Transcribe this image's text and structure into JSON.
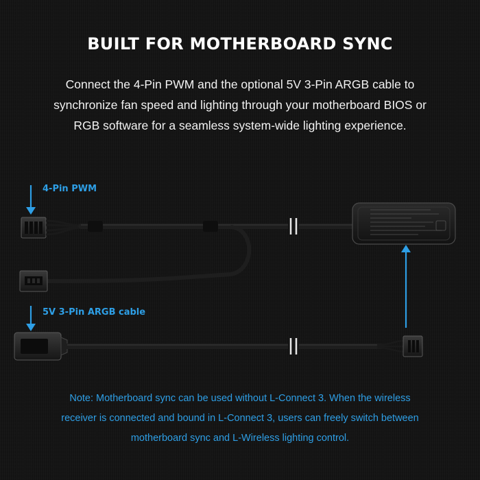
{
  "heading": "BUILT FOR MOTHERBOARD SYNC",
  "description_lines": [
    "Connect the 4-Pin PWM and the optional 5V 3-Pin ARGB cable to",
    "synchronize fan speed and lighting through your motherboard BIOS or",
    "RGB software for a seamless system-wide lighting experience."
  ],
  "labels": {
    "pwm": "4-Pin PWM",
    "argb": "5V 3-Pin ARGB cable"
  },
  "note_lines": [
    "Note: Motherboard sync can be used without L-Connect 3. When the wireless",
    "receiver is connected and bound in L-Connect 3, users can freely switch between",
    "motherboard sync and L-Wireless lighting control."
  ],
  "colors": {
    "accent": "#2e9fe6",
    "background": "#141414",
    "text": "#ffffff"
  },
  "icons": [
    "arrow-down-icon",
    "arrow-up-icon",
    "break-mark-icon"
  ]
}
